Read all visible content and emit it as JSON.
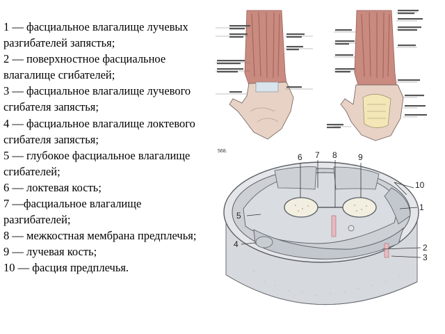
{
  "legend": {
    "items": [
      "1 — фасциальное влагалище лучевых разгибателей запястья;",
      "2 — поверхностное фасциальное влагалище сгибателей;",
      "3 — фасциальное влагалище лучевого сгибателя запястья;",
      "4 — фасциальное влагалище локтевого сгибателя запястья;",
      "5 — глубокое фасциальное влагалище сгибателей;",
      "6 — локтевая кость;",
      "7 —фасциальное влагалище разгибателей;",
      "8 — межкостная мембрана предплечья;",
      "9 — лучевая кость;",
      "10 — фасция предплечья."
    ]
  },
  "figure_number": "568.",
  "callouts": {
    "n1": "1",
    "n2": "2",
    "n3": "3",
    "n4": "4",
    "n5": "5",
    "n6": "6",
    "n7": "7",
    "n8": "8",
    "n9": "9",
    "n10": "10"
  },
  "colors": {
    "muscle": "#c98a80",
    "skin": "#e8d2c6",
    "cross_section": "#cfd3d8",
    "outline": "#5a5f66"
  }
}
